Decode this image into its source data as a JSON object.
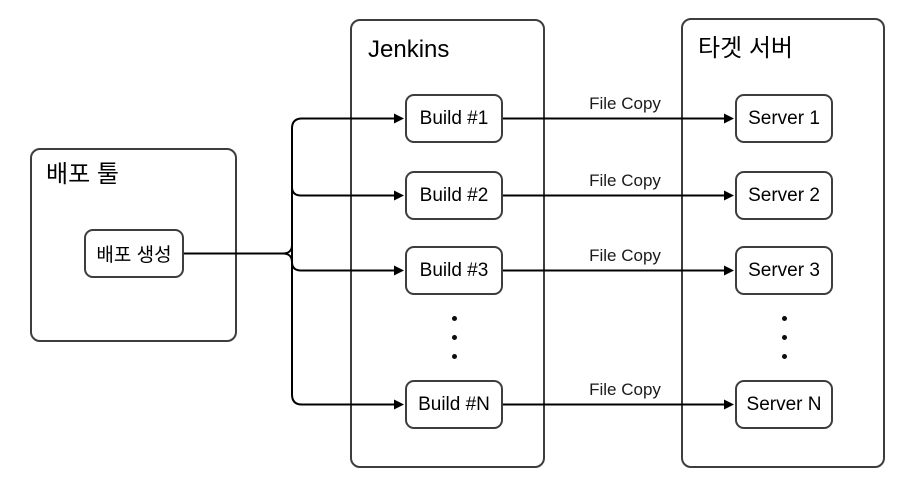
{
  "deploy_tool": {
    "title": "배포 툴",
    "create_node": "배포 생성"
  },
  "jenkins": {
    "title": "Jenkins",
    "builds": [
      "Build #1",
      "Build #2",
      "Build #3",
      "Build #N"
    ]
  },
  "target_server": {
    "title": "타겟 서버",
    "servers": [
      "Server 1",
      "Server 2",
      "Server 3",
      "Server N"
    ]
  },
  "edges": {
    "file_copy_labels": [
      "File Copy",
      "File Copy",
      "File Copy",
      "File Copy"
    ]
  },
  "colors": {
    "box_border": "#3d3d3d",
    "connector": "#000000",
    "background": "#ffffff",
    "text": "#000000"
  }
}
